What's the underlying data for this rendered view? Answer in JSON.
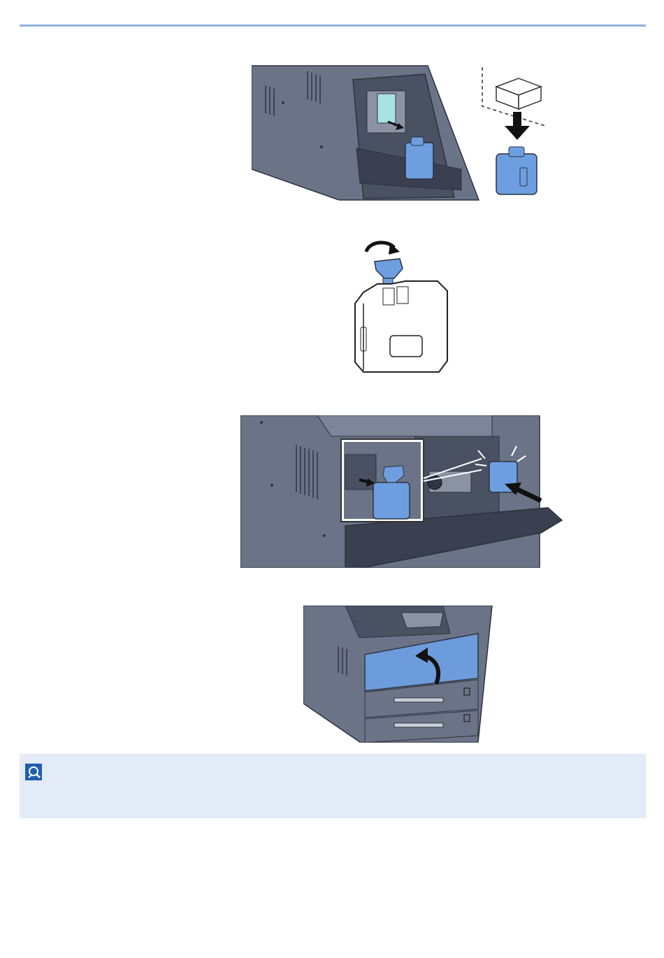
{
  "page": {
    "figures": [
      {
        "name": "remove-used-waste-toner-box",
        "icon": "waste-toner-box-removal-illustration"
      },
      {
        "name": "cap-waste-toner-box",
        "icon": "waste-toner-box-cap-illustration"
      },
      {
        "name": "insert-new-waste-toner-box",
        "icon": "waste-toner-box-insert-illustration"
      },
      {
        "name": "close-front-cover",
        "icon": "front-cover-close-illustration"
      }
    ],
    "note": {
      "icon": "note-icon",
      "text": ""
    },
    "colors": {
      "rule": "#8db3e2",
      "machine_gray": "#6b7487",
      "machine_dark": "#4a5162",
      "highlight_blue": "#6d9fe0",
      "note_background": "#e3ebf8"
    }
  }
}
